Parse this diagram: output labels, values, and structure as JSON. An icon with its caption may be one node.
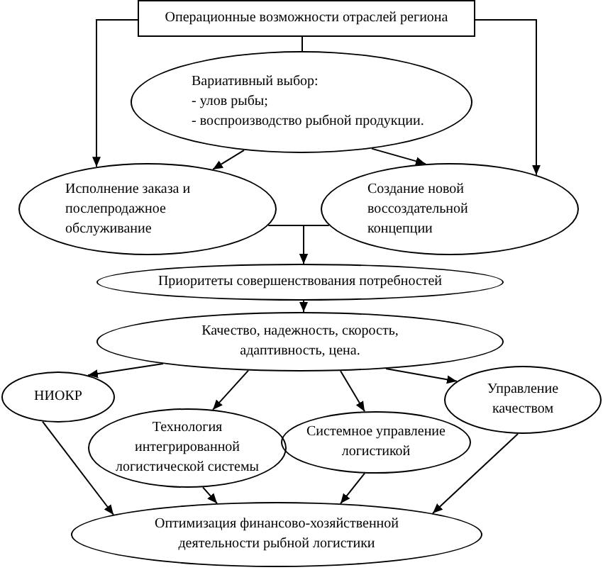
{
  "diagram": {
    "nodes": [
      {
        "text": [
          "Операционные возможности отраслей региона"
        ]
      },
      {
        "text": [
          "Вариативный выбор:",
          "- улов рыбы;",
          "- воспроизводство рыбной продукции."
        ]
      },
      {
        "text": [
          "Исполнение заказа и послепродажное обслуживание"
        ]
      },
      {
        "text": [
          "Создание новой воссоздательной концепции"
        ]
      },
      {
        "text": [
          "Приоритеты совершенствования потребностей"
        ]
      },
      {
        "text": [
          "Качество, надежность, скорость, адаптивность, цена."
        ]
      },
      {
        "text": [
          "НИОКР"
        ]
      },
      {
        "text": [
          "Управление качеством"
        ]
      },
      {
        "text": [
          "Технология интегрированной логистической системы"
        ]
      },
      {
        "text": [
          "Системное управление логистикой"
        ]
      },
      {
        "text": [
          "Оптимизация финансово-хозяйственной деятельности рыбной логистики"
        ]
      }
    ],
    "edges": [
      {
        "from": 0,
        "to": 1,
        "arrow": "none"
      },
      {
        "from": 0,
        "to": 2,
        "arrow": "to"
      },
      {
        "from": 0,
        "to": 3,
        "arrow": "to"
      },
      {
        "from": 1,
        "to": 2,
        "arrow": "to"
      },
      {
        "from": 1,
        "to": 3,
        "arrow": "to"
      },
      {
        "from": 2,
        "to": 4,
        "arrow": "to"
      },
      {
        "from": 3,
        "to": 4,
        "arrow": "to"
      },
      {
        "from": 4,
        "to": 5,
        "arrow": "to"
      },
      {
        "from": 5,
        "to": 6,
        "arrow": "to"
      },
      {
        "from": 5,
        "to": 8,
        "arrow": "to"
      },
      {
        "from": 5,
        "to": 9,
        "arrow": "to"
      },
      {
        "from": 5,
        "to": 7,
        "arrow": "to"
      },
      {
        "from": 6,
        "to": 10,
        "arrow": "to"
      },
      {
        "from": 8,
        "to": 10,
        "arrow": "to"
      },
      {
        "from": 9,
        "to": 10,
        "arrow": "to"
      },
      {
        "from": 7,
        "to": 10,
        "arrow": "to"
      }
    ]
  }
}
